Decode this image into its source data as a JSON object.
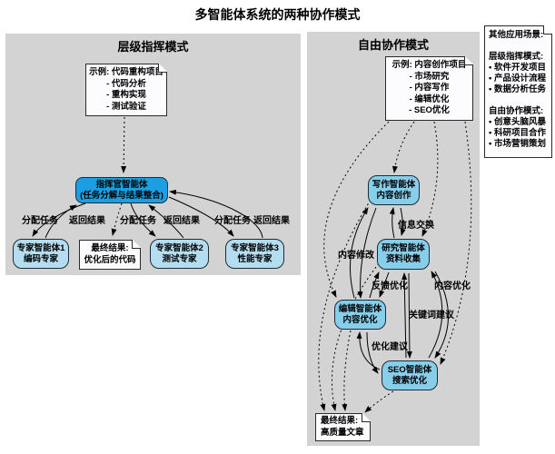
{
  "title": "多智能体系统的两种协作模式",
  "colors": {
    "panel_bg": "#d3d3d3",
    "commander_fill": "#1b9fe0",
    "expert_fill": "#b5ddf0",
    "agent_fill": "#87ceeb",
    "note_fill": "#fcfcff",
    "border": "#1c2b36"
  },
  "left_panel": {
    "title": "层级指挥模式",
    "example_note": {
      "line1": "示例: 代码重构项目",
      "line2": "- 代码分析",
      "line3": "- 重构实现",
      "line4": "- 测试验证"
    },
    "commander": {
      "line1": "指挥官智能体",
      "line2": "(任务分解与结果整合)"
    },
    "experts": [
      {
        "line1": "专家智能体1",
        "line2": "编码专家"
      },
      {
        "line1": "专家智能体2",
        "line2": "测试专家"
      },
      {
        "line1": "专家智能体3",
        "line2": "性能专家"
      }
    ],
    "result_note": {
      "line1": "最终结果:",
      "line2": "优化后的代码"
    },
    "edge_labels": [
      "分配任务",
      "返回结果",
      "分配任务",
      "返回结果",
      "分配任务",
      "返回结果"
    ]
  },
  "right_panel": {
    "title": "自由协作模式",
    "example_note": {
      "line1": "示例: 内容创作项目",
      "line2": "- 市场研究",
      "line3": "- 内容写作",
      "line4": "- 编辑优化",
      "line5": "- SEO优化"
    },
    "agents": [
      {
        "line1": "写作智能体",
        "line2": "内容创作"
      },
      {
        "line1": "研究智能体",
        "line2": "资料收集"
      },
      {
        "line1": "编辑智能体",
        "line2": "内容优化"
      },
      {
        "line1": "SEO智能体",
        "line2": "搜索优化"
      }
    ],
    "result_note": {
      "line1": "最终结果:",
      "line2": "高质量文章"
    },
    "edge_labels": {
      "exchange": "信息交换",
      "modify": "内容修改",
      "feedback": "反馈优化",
      "content_opt": "内容优化",
      "keyword": "关键词建议",
      "opt_suggest": "优化建议"
    }
  },
  "sidebar_note": {
    "title": "其他应用场景:",
    "section1_title": "层级指挥模式:",
    "section1_items": [
      "• 软件开发项目",
      "• 产品设计流程",
      "• 数据分析任务"
    ],
    "section2_title": "自由协作模式:",
    "section2_items": [
      "• 创意头脑风暴",
      "• 科研项目合作",
      "• 市场营销策划"
    ]
  }
}
